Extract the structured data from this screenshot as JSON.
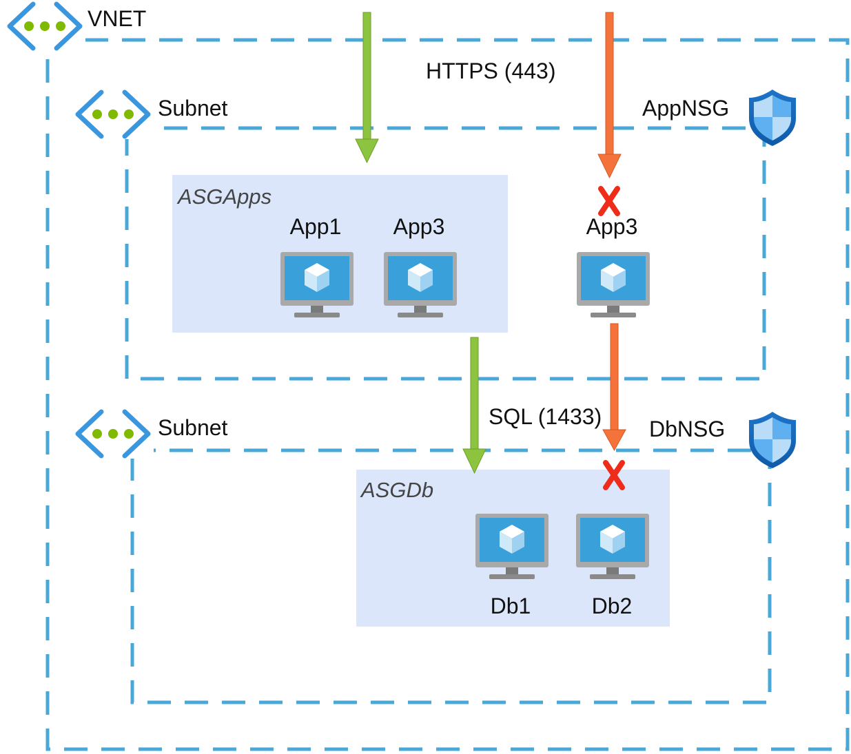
{
  "vnet": {
    "label": "VNET"
  },
  "subnets": [
    {
      "label": "Subnet",
      "nsg": "AppNSG"
    },
    {
      "label": "Subnet",
      "nsg": "DbNSG"
    }
  ],
  "asgs": [
    {
      "label": "ASGApps",
      "vms": [
        "App1",
        "App3"
      ]
    },
    {
      "label": "ASGDb",
      "vms": [
        "Db1",
        "Db2"
      ]
    }
  ],
  "standalone_vm": {
    "label": "App3"
  },
  "flows": {
    "https": "HTTPS (443)",
    "sql": "SQL (1433)"
  },
  "icons": {
    "vnet": "vnet-icon",
    "subnet": "subnet-icon",
    "nsg": "shield-icon",
    "vm": "virtual-machine-icon",
    "blocked": "red-x-icon"
  },
  "colors": {
    "border": "#4aa8d8",
    "asg_fill": "#dbe6fb",
    "allowed_arrow": "#8cc43f",
    "blocked_arrow": "#f4733a",
    "blocked_mark": "#ef2b19",
    "dots": "#7fba00"
  }
}
